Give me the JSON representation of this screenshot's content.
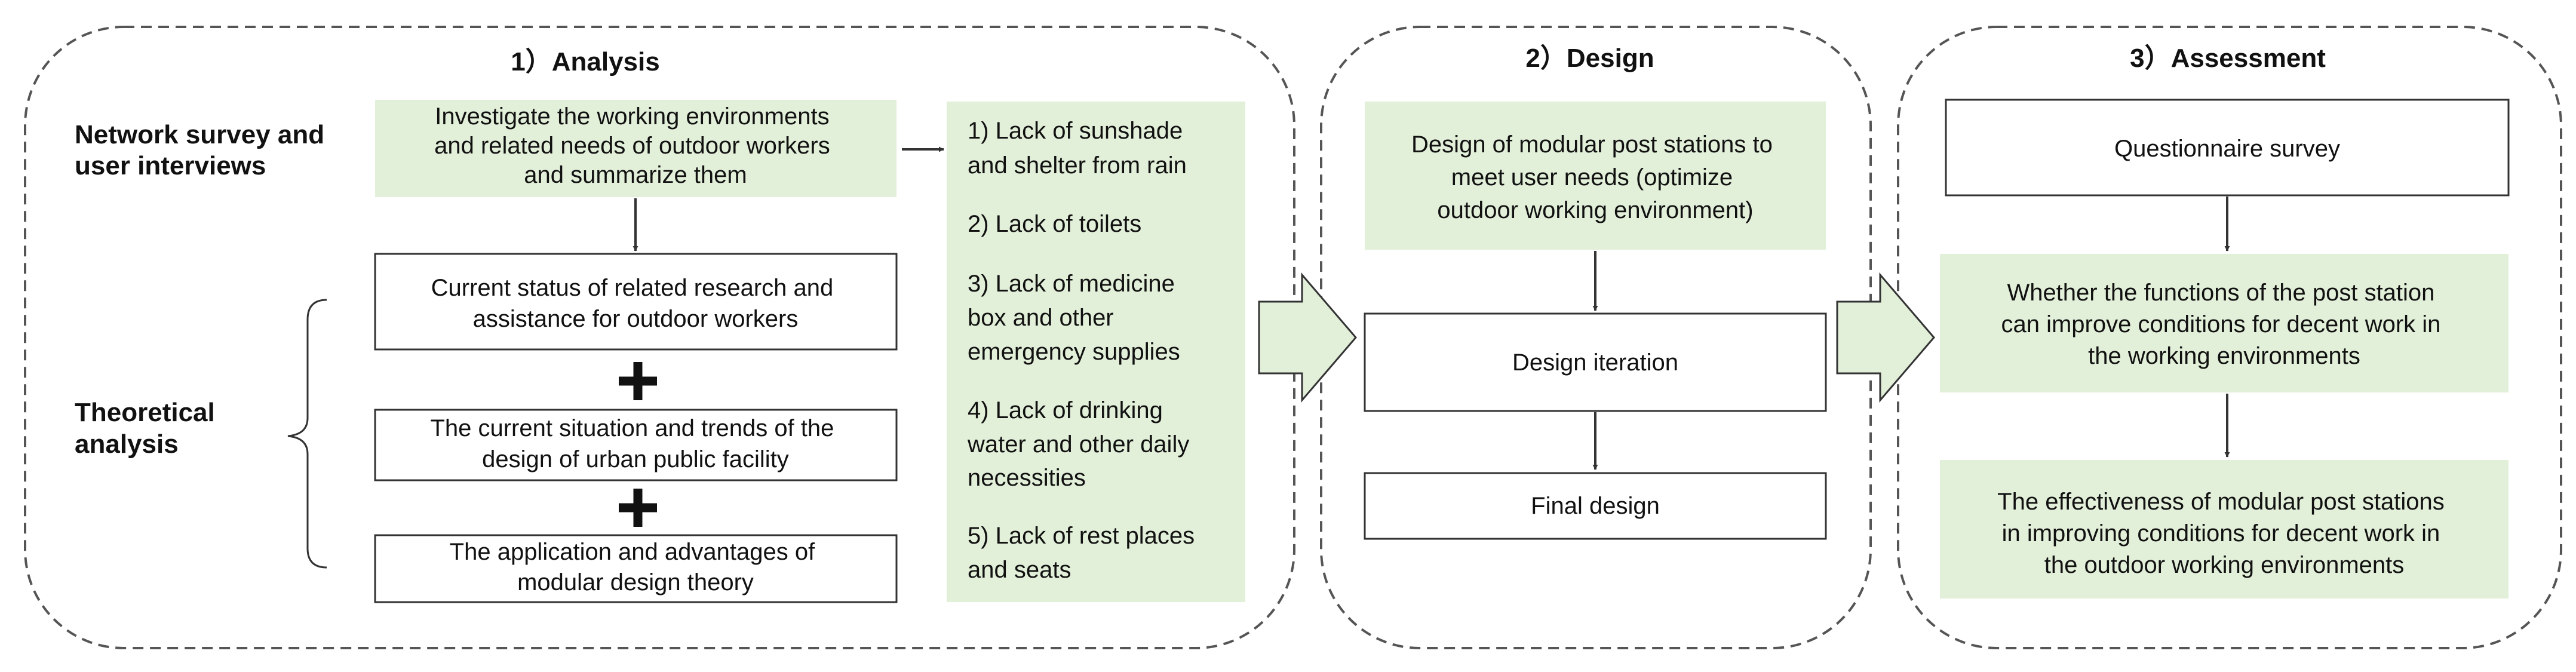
{
  "colors": {
    "green_fill": "#e2efd9",
    "border": "#333333",
    "dashed_border": "#555555"
  },
  "phases": {
    "analysis": {
      "title": "1）Analysis",
      "label_survey": [
        "Network survey and",
        "user interviews"
      ],
      "label_theory": [
        "Theoretical",
        "analysis"
      ],
      "investigate": [
        "Investigate  the working environments",
        "and related needs of outdoor workers",
        "and summarize them"
      ],
      "research": [
        "Current  status of related research and",
        "assistance for outdoor workers"
      ],
      "trends": [
        "The current situation and trends of the",
        "design of urban public facility"
      ],
      "modular": [
        "The application and advantages  of",
        "modular design theory"
      ],
      "needs": [
        [
          "1) Lack of sunshade",
          "and shelter from rain"
        ],
        [
          "2) Lack of toilets"
        ],
        [
          "3) Lack of medicine",
          "box and other",
          "emergency supplies"
        ],
        [
          "4) Lack of drinking",
          "water and other daily",
          "necessities"
        ],
        [
          "5) Lack of rest places",
          "and seats"
        ]
      ]
    },
    "design": {
      "title": "2）Design",
      "stations": [
        "Design of modular post stations to",
        "meet user needs (optimize",
        "outdoor working environment)"
      ],
      "iteration": "Design  iteration",
      "final": "Final design"
    },
    "assessment": {
      "title": "3）Assessment",
      "questionnaire": "Questionnaire  survey",
      "whether": [
        "Whether the functions of the post station",
        "can improve conditions for decent work in",
        "the working environments"
      ],
      "effectiveness": [
        "The effectiveness  of modular post stations",
        "in improving  conditions for decent work in",
        "the outdoor working environments"
      ]
    }
  }
}
